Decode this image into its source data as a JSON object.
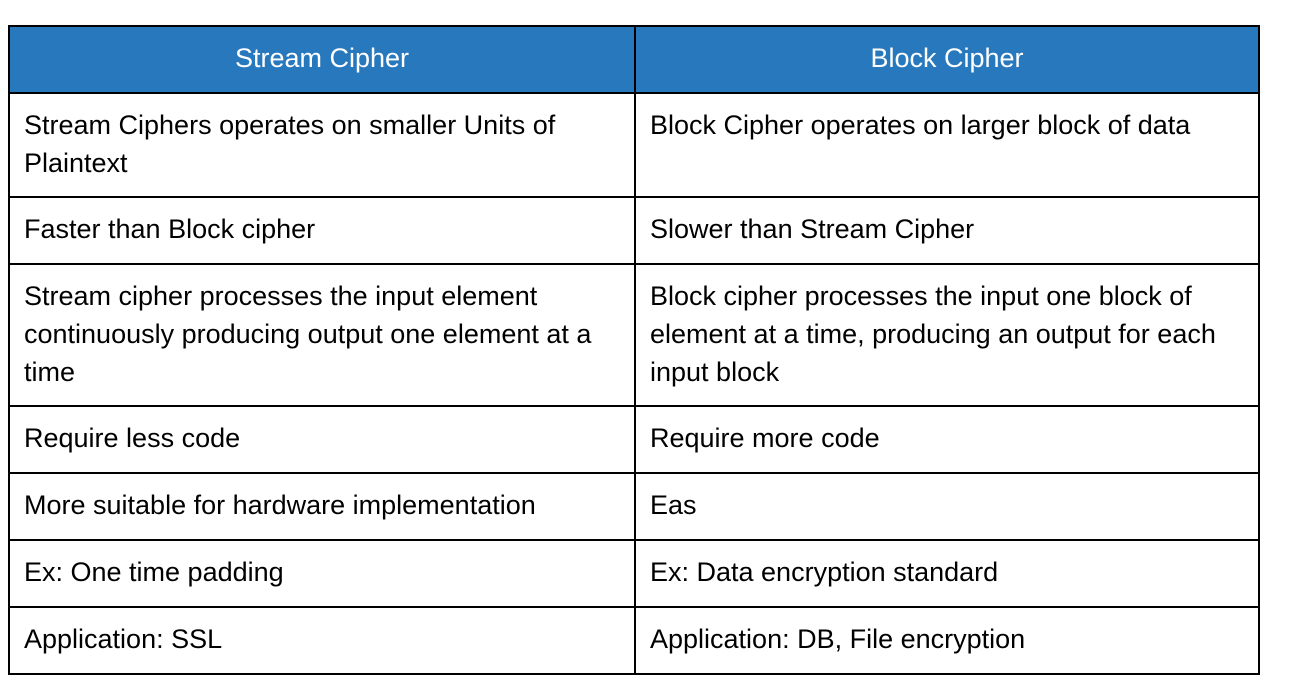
{
  "table": {
    "title": "Stream Cipher vs Block Cipher comparison",
    "header_background": "#2878BE",
    "header_text_color": "#ffffff",
    "border_color": "#000000",
    "columns": [
      {
        "label": "Stream Cipher"
      },
      {
        "label": "Block Cipher"
      }
    ],
    "rows": [
      {
        "left": "Stream Ciphers operates on smaller Units of Plaintext",
        "right": "Block Cipher operates on larger block of data"
      },
      {
        "left": "Faster than Block cipher",
        "right": "Slower than Stream Cipher"
      },
      {
        "left": "Stream cipher processes the input element continuously producing output one element at a time",
        "right": "Block cipher processes the input one block of element at a time, producing an output for each input block"
      },
      {
        "left": "Require less code",
        "right": "Require more code"
      },
      {
        "left": "More suitable for hardware implementation",
        "right": "Eas"
      },
      {
        "left": "Ex: One time padding",
        "right": "Ex: Data encryption standard"
      },
      {
        "left": "Application: SSL",
        "right": "Application: DB, File encryption"
      }
    ]
  }
}
